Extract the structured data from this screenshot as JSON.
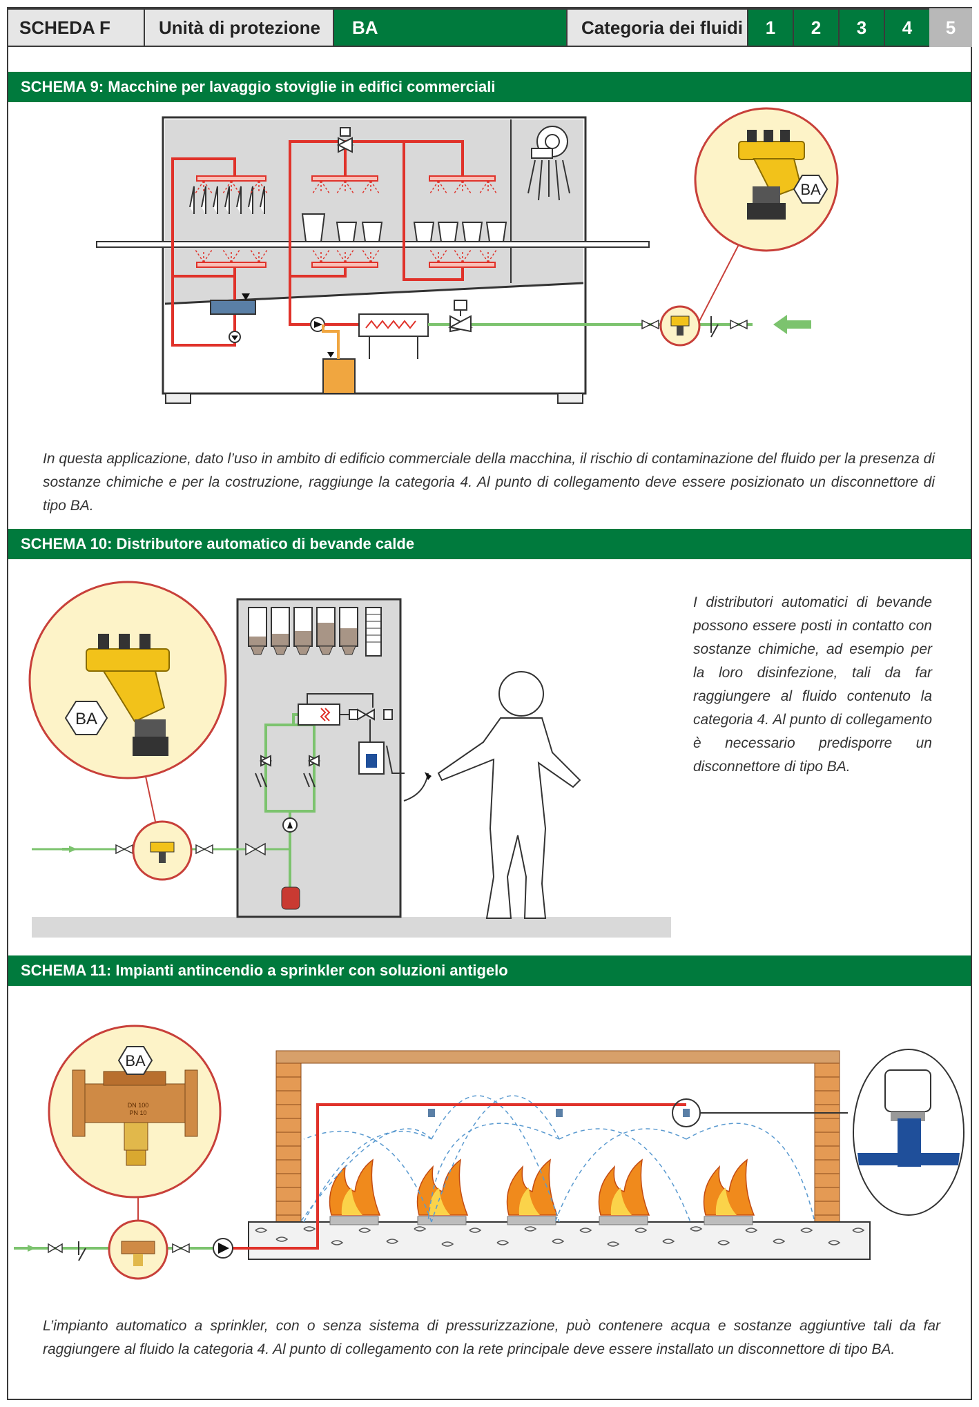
{
  "header": {
    "sheet": "SCHEDA F",
    "unit_label": "Unità di protezione",
    "unit_value": "BA",
    "category_label": "Categoria dei fluidi",
    "categories": [
      "1",
      "2",
      "3",
      "4",
      "5"
    ]
  },
  "schema9": {
    "title": "SCHEMA 9: Macchine per lavaggio stoviglie in edifici commerciali",
    "badge": "BA",
    "text": "In questa applicazione, dato l’uso in ambito di edificio commerciale della macchina, il rischio di contaminazione del fluido per la presenza di sostanze chimiche e per la costruzione, raggiunge la categoria 4. Al punto di collegamento deve essere posizionato un disconnettore di tipo BA."
  },
  "schema10": {
    "title": "SCHEMA 10: Distributore automatico di bevande calde",
    "badge": "BA",
    "text": "I distributori automatici di bevande possono essere posti in contatto con sostanze chimiche, ad esempio per la loro disinfezione, tali da far raggiungere al fluido contenuto la categoria 4. Al punto di collegamento è necessario predisporre un disconnettore di tipo BA."
  },
  "schema11": {
    "title": "SCHEMA 11: Impianti antincendio a sprinkler con soluzioni antigelo",
    "badge": "BA",
    "valve_marks": [
      "DN 100",
      "PN 10"
    ],
    "text": "L’impianto automatico a sprinkler, con o senza sistema di pressurizzazione, può contenere acqua e sostanze aggiuntive tali da far raggiungere al fluido la categoria 4. Al punto di collegamento con la rete principale deve essere installato un disconnettore di tipo BA."
  },
  "colors": {
    "green": "#007a3d",
    "pipe_green": "#7cc36e",
    "pipe_red": "#e0322a",
    "circle_fill": "#fdf3c8",
    "circle_border": "#c8403a",
    "valve_yellow": "#f2c21a",
    "valve_bronze": "#cf8a45"
  }
}
